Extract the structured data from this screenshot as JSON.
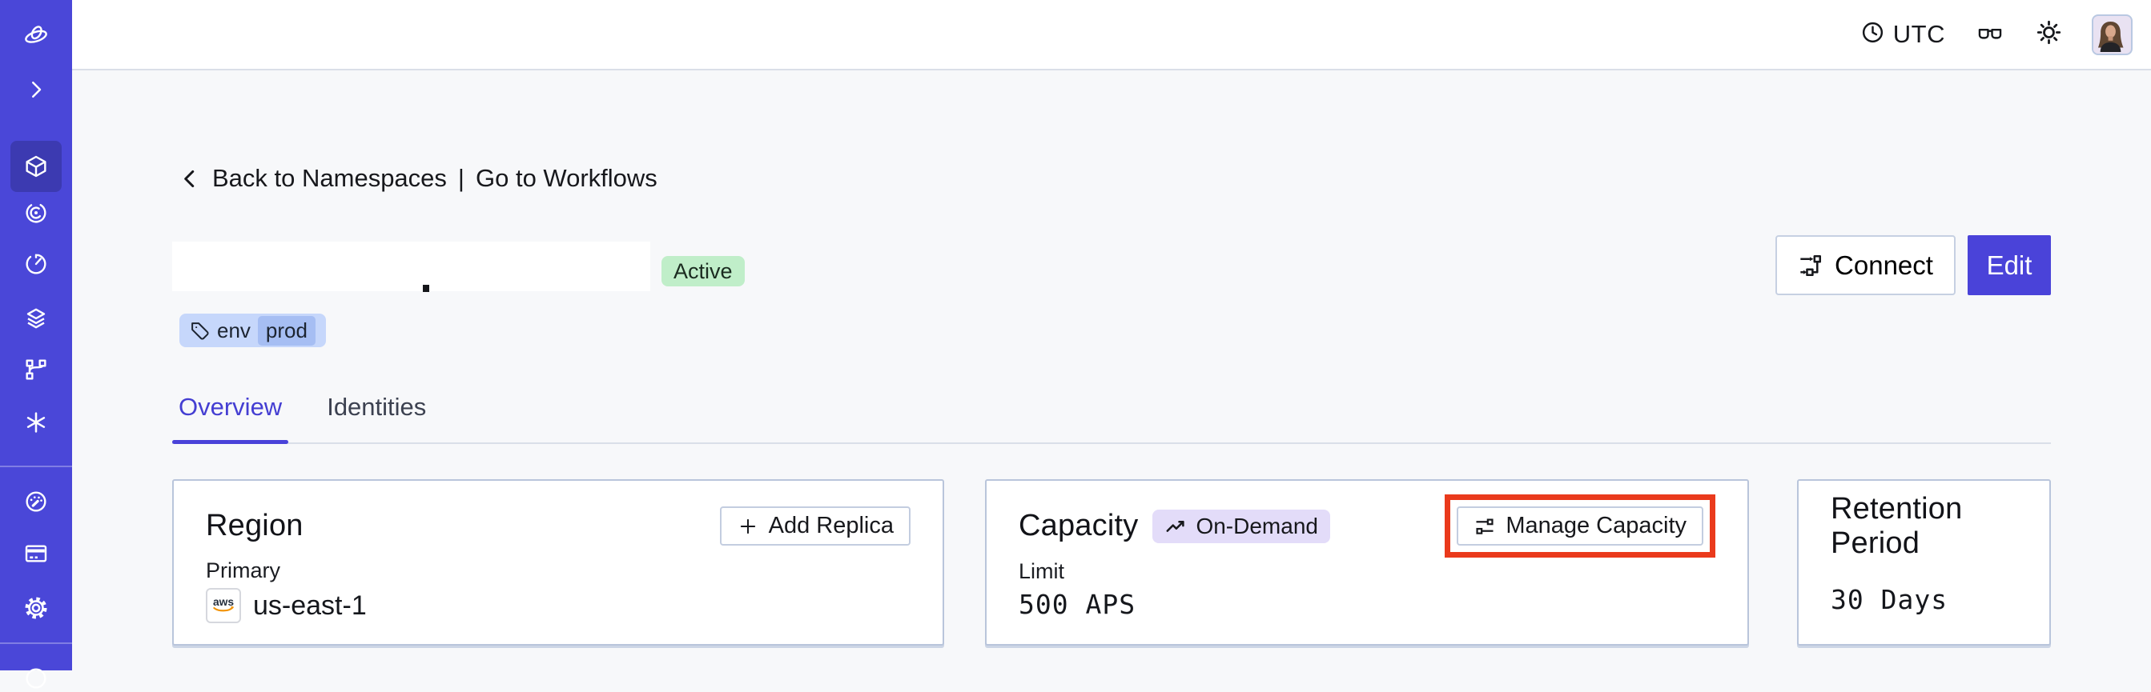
{
  "topbar": {
    "timezone_label": "UTC"
  },
  "sidebar": {
    "items": [
      {
        "name": "temporal-logo"
      },
      {
        "name": "expand-sidebar"
      },
      {
        "name": "namespaces",
        "active": true
      },
      {
        "name": "workflows"
      },
      {
        "name": "schedules"
      },
      {
        "name": "deployments"
      },
      {
        "name": "batch-operations"
      },
      {
        "name": "nexus"
      },
      {
        "name": "usage"
      },
      {
        "name": "billing"
      },
      {
        "name": "settings"
      },
      {
        "name": "account"
      }
    ]
  },
  "breadcrumb": {
    "back_label": "Back to Namespaces",
    "separator": "|",
    "forward_label": "Go to Workflows"
  },
  "namespace": {
    "status_badge": "Active",
    "tag_key": "env",
    "tag_value": "prod",
    "connect_label": "Connect",
    "edit_label": "Edit"
  },
  "tabs": {
    "overview": "Overview",
    "identities": "Identities"
  },
  "cards": {
    "region": {
      "title": "Region",
      "add_replica_label": "Add Replica",
      "primary_label": "Primary",
      "provider": "aws",
      "region_value": "us-east-1"
    },
    "capacity": {
      "title": "Capacity",
      "badge_label": "On-Demand",
      "manage_label": "Manage Capacity",
      "limit_label": "Limit",
      "limit_value": "500 APS"
    },
    "retention": {
      "title": "Retention Period",
      "value": "30 Days"
    }
  },
  "colors": {
    "sidebar_bg": "#4a47d8",
    "accent": "#4a43d9",
    "content_bg": "#f7f8fa",
    "header_border": "#dadfe8",
    "card_border": "#b9c5db",
    "status_active_bg": "#c0eec9",
    "status_active_text": "#1b2b20",
    "tag_bg": "#c6d7fb",
    "tag_inner_bg": "#a6bef3",
    "ondemand_bg": "#e3dcf9",
    "annotation_red": "#ea3a1c",
    "tab_active": "#443ed2",
    "text_primary": "#17181c",
    "text_secondary": "#3c4150",
    "aws_orange": "#f29100"
  }
}
